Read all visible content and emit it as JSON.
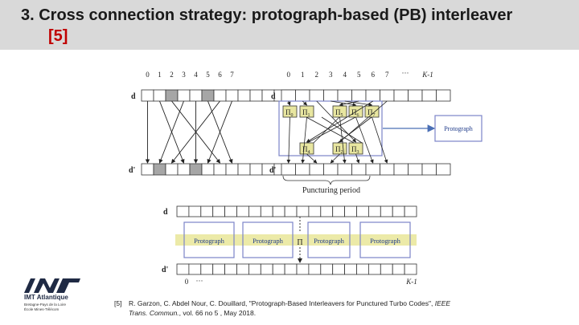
{
  "header": {
    "line1": "3.  Cross connection strategy: protograph-based (PB) interleaver",
    "ref": "[5]"
  },
  "top_left": {
    "indices": [
      "0",
      "1",
      "2",
      "3",
      "4",
      "5",
      "6",
      "7"
    ],
    "row_d": "d",
    "row_dp": "d'"
  },
  "top_right": {
    "indices": [
      "0",
      "1",
      "2",
      "3",
      "4",
      "5",
      "6",
      "7",
      "···",
      "K-1"
    ],
    "row_d": "d",
    "row_dp": "d'",
    "pi_labels": [
      "Π",
      "Π",
      "Π",
      "Π",
      "Π",
      "Π",
      "Π",
      "Π"
    ],
    "pi_subs": [
      "0",
      "1",
      "5",
      "6",
      "7",
      "4",
      "2",
      "3"
    ],
    "protograph": "Protograph"
  },
  "puncturing": "Puncturing period",
  "bottom": {
    "row_d": "d",
    "row_dp": "d'",
    "protographs": [
      "Protograph",
      "Protograph",
      "Protograph",
      "Protograph"
    ],
    "pi": "Π",
    "idx_0": "0",
    "idx_dots": "···",
    "idx_last": "K-1"
  },
  "logo": {
    "brand": "IMT Atlantique",
    "sub1": "Bretagne-Pays de la Loire",
    "sub2": "École Mines-Télécom"
  },
  "citation": {
    "num": "[5]",
    "part1": "R. Garzon, C. Abdel Nour, C. Douillard, \"Protograph-Based Interleavers for Punctured Turbo Codes\", ",
    "journal1": "IEEE",
    "journal2": "Trans. Commun.",
    "part2": ", vol. 66 no 5 , May 2018."
  },
  "colors": {
    "pi_fill": "#e8e6a0",
    "shaded": "#a6a6a6",
    "band": "#eceaa8",
    "arrow_blue": "#4a6fb5",
    "box_border": "#7b84c9"
  }
}
